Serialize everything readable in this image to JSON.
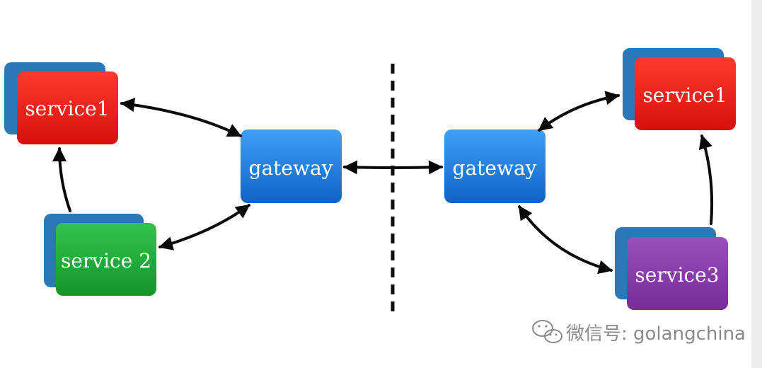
{
  "diagram": {
    "nodes": {
      "left_service1": "service1",
      "left_service2": "service 2",
      "left_gateway": "gateway",
      "right_gateway": "gateway",
      "right_service1": "service1",
      "right_service3": "service3"
    },
    "colors": {
      "shadow_blue": "#2b78b8",
      "service_red": "#e8201a",
      "service_green": "#1fa83a",
      "gateway_blue": "#1f7fe0",
      "service_purple": "#8a3ea8",
      "arrow": "#0a0a0a",
      "divider": "#111111"
    }
  },
  "watermark": {
    "text": "微信号: golangchina",
    "icon": "wechat-icon"
  }
}
